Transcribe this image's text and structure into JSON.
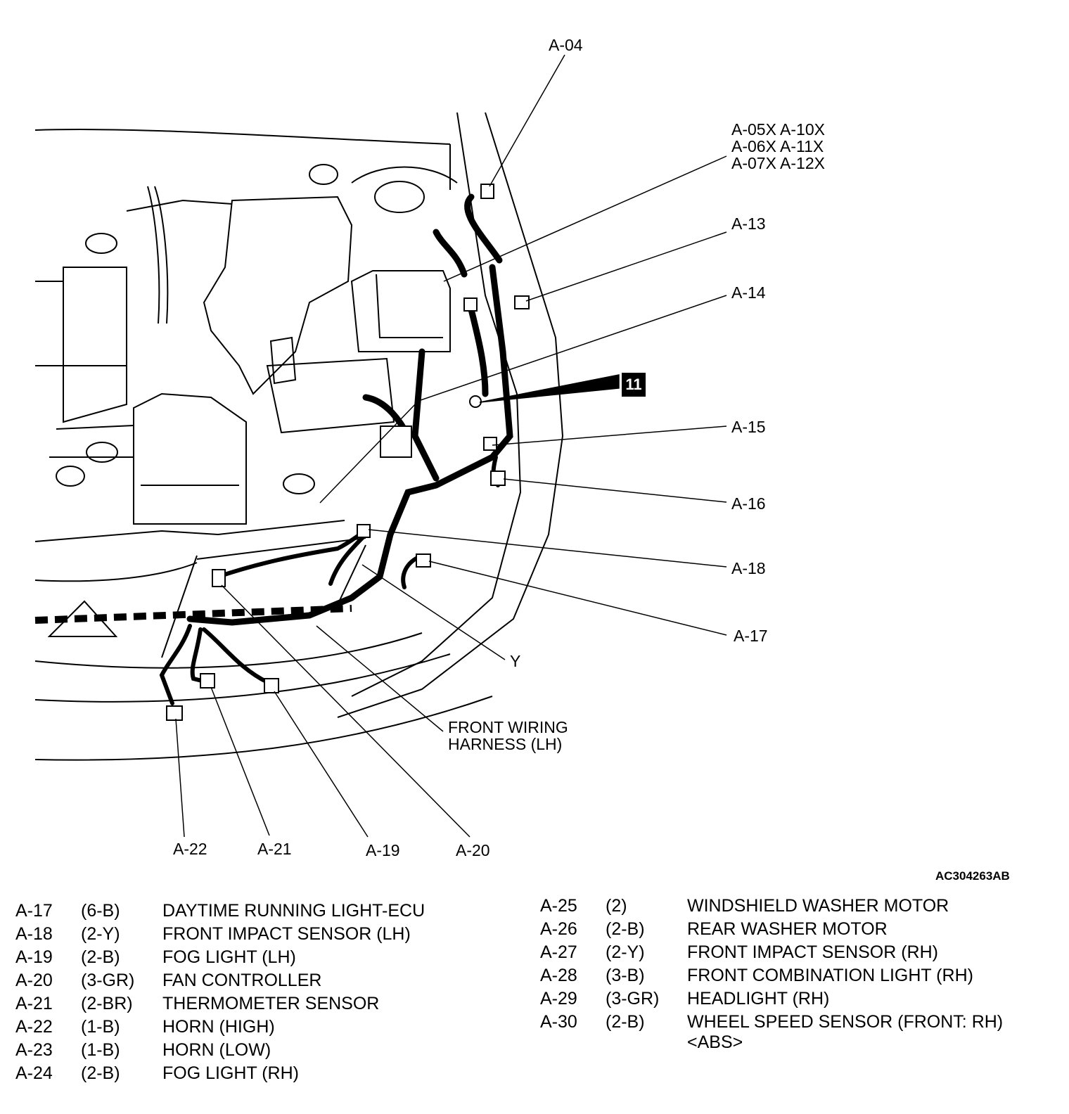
{
  "callouts": {
    "a04": "A-04",
    "a05_group": [
      "A-05X A-10X",
      "A-06X A-11X",
      "A-07X A-12X"
    ],
    "a13": "A-13",
    "a14": "A-14",
    "badge": "11",
    "a15": "A-15",
    "a16": "A-16",
    "a18": "A-18",
    "a17": "A-17",
    "y": "Y",
    "harness": [
      "FRONT WIRING",
      "HARNESS (LH)"
    ],
    "a22": "A-22",
    "a21": "A-21",
    "a19": "A-19",
    "a20": "A-20"
  },
  "figure_ref": "AC304263AB",
  "legend_left": [
    {
      "id": "A-17",
      "code": "(6-B)",
      "desc": "DAYTIME RUNNING LIGHT-ECU"
    },
    {
      "id": "A-18",
      "code": "(2-Y)",
      "desc": "FRONT IMPACT SENSOR (LH)"
    },
    {
      "id": "A-19",
      "code": "(2-B)",
      "desc": "FOG LIGHT (LH)"
    },
    {
      "id": "A-20",
      "code": "(3-GR)",
      "desc": "FAN CONTROLLER"
    },
    {
      "id": "A-21",
      "code": "(2-BR)",
      "desc": "THERMOMETER SENSOR"
    },
    {
      "id": "A-22",
      "code": "(1-B)",
      "desc": "HORN (HIGH)"
    },
    {
      "id": "A-23",
      "code": "(1-B)",
      "desc": "HORN (LOW)"
    },
    {
      "id": "A-24",
      "code": "(2-B)",
      "desc": "FOG LIGHT (RH)"
    }
  ],
  "legend_right": [
    {
      "id": "A-25",
      "code": "(2)",
      "desc": "WINDSHIELD WASHER MOTOR"
    },
    {
      "id": "A-26",
      "code": "(2-B)",
      "desc": "REAR WASHER MOTOR"
    },
    {
      "id": "A-27",
      "code": "(2-Y)",
      "desc": "FRONT IMPACT SENSOR (RH)"
    },
    {
      "id": "A-28",
      "code": "(3-B)",
      "desc": "FRONT COMBINATION LIGHT (RH)"
    },
    {
      "id": "A-29",
      "code": "(3-GR)",
      "desc": "HEADLIGHT (RH)"
    },
    {
      "id": "A-30",
      "code": "(2-B)",
      "desc": "WHEEL SPEED SENSOR (FRONT: RH) <ABS>"
    }
  ]
}
